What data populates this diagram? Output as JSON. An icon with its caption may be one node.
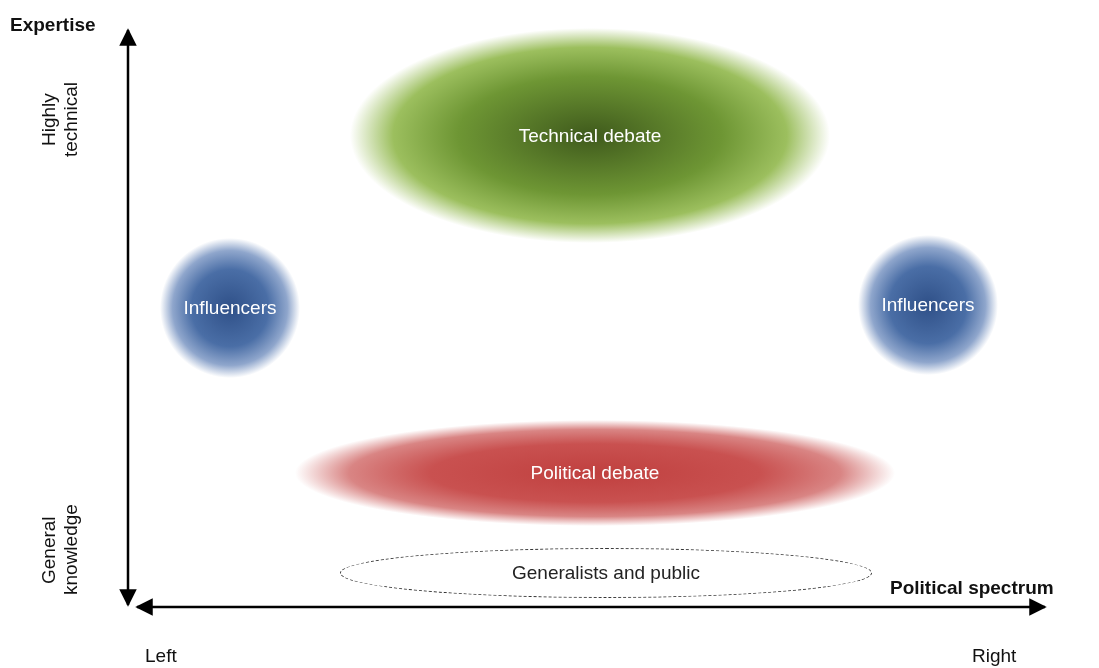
{
  "diagram": {
    "nodes": [
      {
        "text": [
          "Technical debate"
        ]
      },
      {
        "text": [
          "Influencers"
        ]
      },
      {
        "text": [
          "Influencers"
        ]
      },
      {
        "text": [
          "Political debate"
        ]
      },
      {
        "text": [
          "Generalists and public"
        ]
      }
    ],
    "labels": [
      "Expertise",
      "Highly technical",
      "General knowledge",
      "Political spectrum",
      "Left",
      "Right"
    ]
  }
}
